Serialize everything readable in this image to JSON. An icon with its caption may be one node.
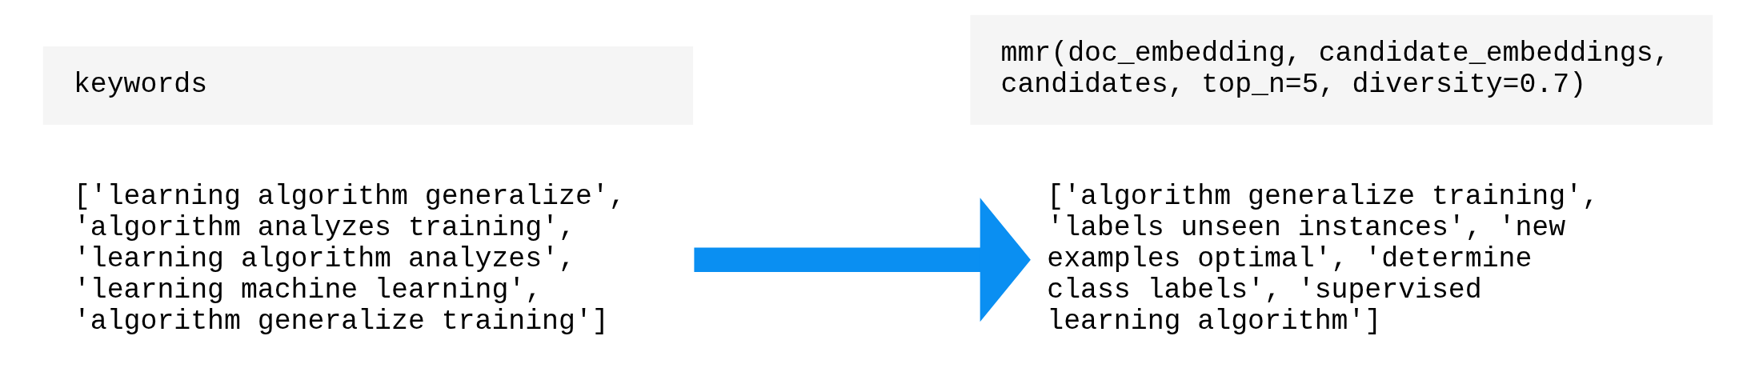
{
  "diagram": {
    "nodes": [
      {
        "text": [
          "keywords"
        ]
      },
      {
        "text": [
          "['learning algorithm generalize', 'algorithm analyzes training', 'learning algorithm analyzes', 'learning machine learning', 'algorithm generalize training']"
        ]
      },
      {
        "text": [
          "mmr(doc_embedding, candidate_embeddings, candidates, top_n=5, diversity=0.7)"
        ]
      },
      {
        "text": [
          "['algorithm generalize training', 'labels unseen instances', 'new examples optimal', 'determine class labels', 'supervised learning algorithm']"
        ]
      }
    ],
    "edges": [
      {
        "from": 1,
        "to": 3,
        "arrow": "to",
        "color": "#0a8ff2"
      }
    ]
  }
}
